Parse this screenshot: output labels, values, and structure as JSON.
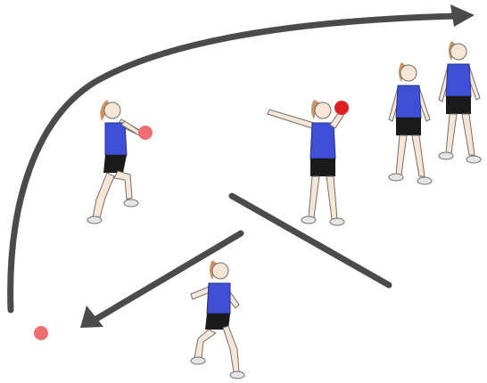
{
  "scene": {
    "colors": {
      "arrow": "#4b4b4b",
      "shirt": "#3f4fd6",
      "shorts": "#1a1a1a",
      "skin": "#f7e6d6",
      "outline": "#6f6f6f",
      "hair": "#c99565",
      "shoe": "#e5e5e5",
      "ball_red": "#e01f24",
      "ball_pink": "#ef6e73"
    },
    "figures": [
      {
        "role": "runner-with-ball",
        "holding_ball": true
      },
      {
        "role": "thrower",
        "holding_ball": true
      },
      {
        "role": "waiting-player-front"
      },
      {
        "role": "waiting-player-back"
      },
      {
        "role": "runner-bottom"
      }
    ],
    "arrows": [
      {
        "role": "long-curved-return",
        "icon": "arrowhead-icon"
      },
      {
        "role": "pass-to-bottom-left",
        "icon": "arrowhead-icon"
      }
    ],
    "balls": [
      {
        "role": "ball-on-ground"
      }
    ]
  }
}
